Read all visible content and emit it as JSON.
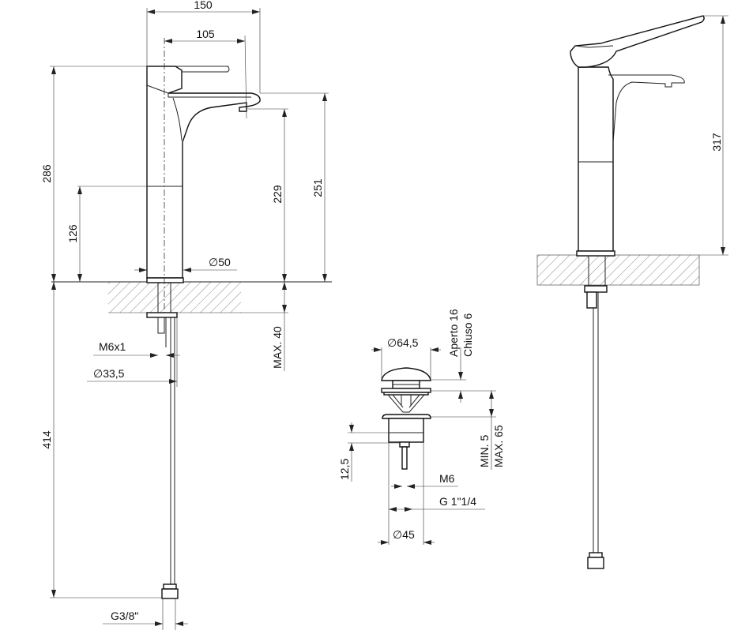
{
  "drawing": {
    "side_view": {
      "dim_width_total": "150",
      "dim_spout_reach": "105",
      "dim_total_height": "286",
      "dim_body_joint": "126",
      "dim_outlet_height": "229",
      "dim_spout_height": "251",
      "dim_base_diameter": "∅50",
      "dim_max_counter": "MAX. 40",
      "dim_rod_thread": "M6x1",
      "dim_shank_diameter": "∅33,5",
      "dim_hose_length": "414",
      "dim_hose_connection": "G3/8\""
    },
    "drain": {
      "dim_cap_diameter": "∅64,5",
      "dim_open": "Aperto 16",
      "dim_closed": "Chiuso 6",
      "dim_min": "MIN. 5",
      "dim_max": "MAX. 65",
      "dim_rod_length": "12,5",
      "dim_rod_thread": "M6",
      "dim_thread": "G 1\"1/4",
      "dim_body_diameter": "∅45"
    },
    "front_view": {
      "dim_height": "317"
    }
  }
}
